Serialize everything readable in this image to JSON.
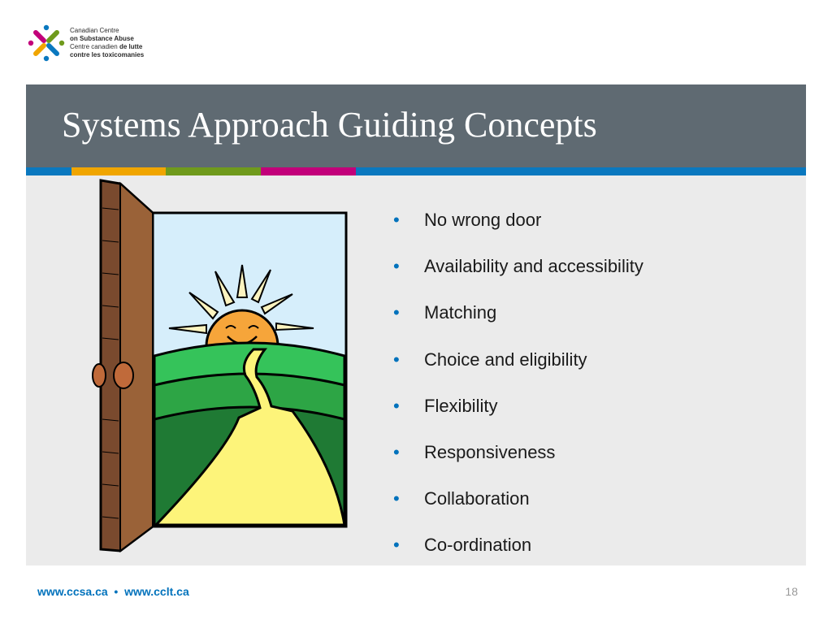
{
  "logo": {
    "line1": "Canadian Centre",
    "line2": "on Substance Abuse",
    "line3_regular": "Centre canadien ",
    "line3_bold": "de lutte",
    "line4": "contre les toxicomanies"
  },
  "slide": {
    "title": "Systems Approach Guiding Concepts",
    "bullets": [
      "No wrong door",
      "Availability and accessibility",
      "Matching",
      "Choice and eligibility",
      "Flexibility",
      "Responsiveness",
      "Collaboration",
      "Co-ordination"
    ],
    "bullet_glyph": "•"
  },
  "footer": {
    "links": "www.ccsa.ca  •  www.cclt.ca",
    "page_number": "18"
  },
  "colors": {
    "title_bar": "#5f6a72",
    "stripe_blue": "#0a78bf",
    "stripe_orange": "#f0a500",
    "stripe_green": "#6f9a1c",
    "stripe_magenta": "#c2007a",
    "link_blue": "#0072bc"
  },
  "icons": {
    "logo_mark": "ccsa-logo-icon",
    "illustration": "open-door-sunrise-illustration"
  }
}
